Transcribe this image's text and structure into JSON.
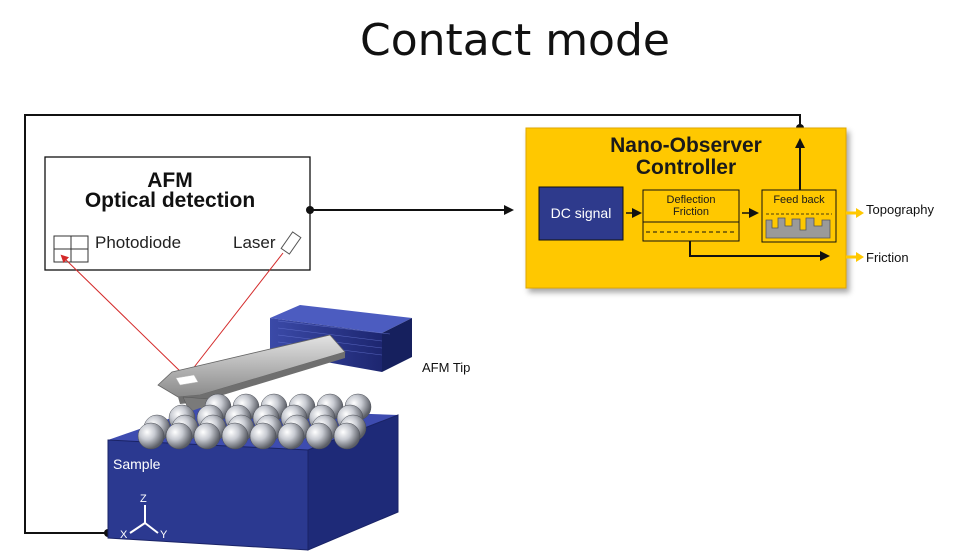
{
  "title": "Contact mode",
  "afm_box": {
    "title_line1": "AFM",
    "title_line2": "Optical detection",
    "photodiode_label": "Photodiode",
    "laser_label": "Laser"
  },
  "controller": {
    "title_line1": "Nano-Observer",
    "title_line2": "Controller",
    "dc_signal_label": "DC signal",
    "deflection_label": "Deflection",
    "friction_label": "Friction",
    "feedback_label": "Feed back",
    "fill_color": "#ffc800",
    "block_color": "#2e3a8c"
  },
  "outputs": {
    "topography_label": "Topography",
    "friction_label": "Friction"
  },
  "afm_tip_label": "AFM Tip",
  "sample": {
    "label": "Sample",
    "axis_z": "Z",
    "axis_x": "X",
    "axis_y": "Y",
    "color": "#2b3990"
  }
}
